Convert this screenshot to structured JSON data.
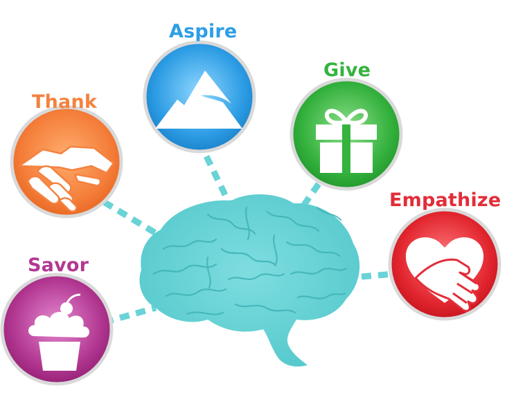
{
  "diagram": {
    "center": {
      "icon": "brain-icon",
      "color": "#5ccfd1"
    },
    "connector_color": "#69d3d6",
    "nodes": [
      {
        "id": "thank",
        "label": "Thank",
        "icon": "handshake-icon",
        "color": "#f4823f"
      },
      {
        "id": "aspire",
        "label": "Aspire",
        "icon": "mountain-icon",
        "color": "#2d9ee5"
      },
      {
        "id": "give",
        "label": "Give",
        "icon": "gift-icon",
        "color": "#35b33f"
      },
      {
        "id": "empathize",
        "label": "Empathize",
        "icon": "heart-hand-icon",
        "color": "#e22d38"
      },
      {
        "id": "savor",
        "label": "Savor",
        "icon": "cupcake-icon",
        "color": "#b33893"
      }
    ]
  }
}
